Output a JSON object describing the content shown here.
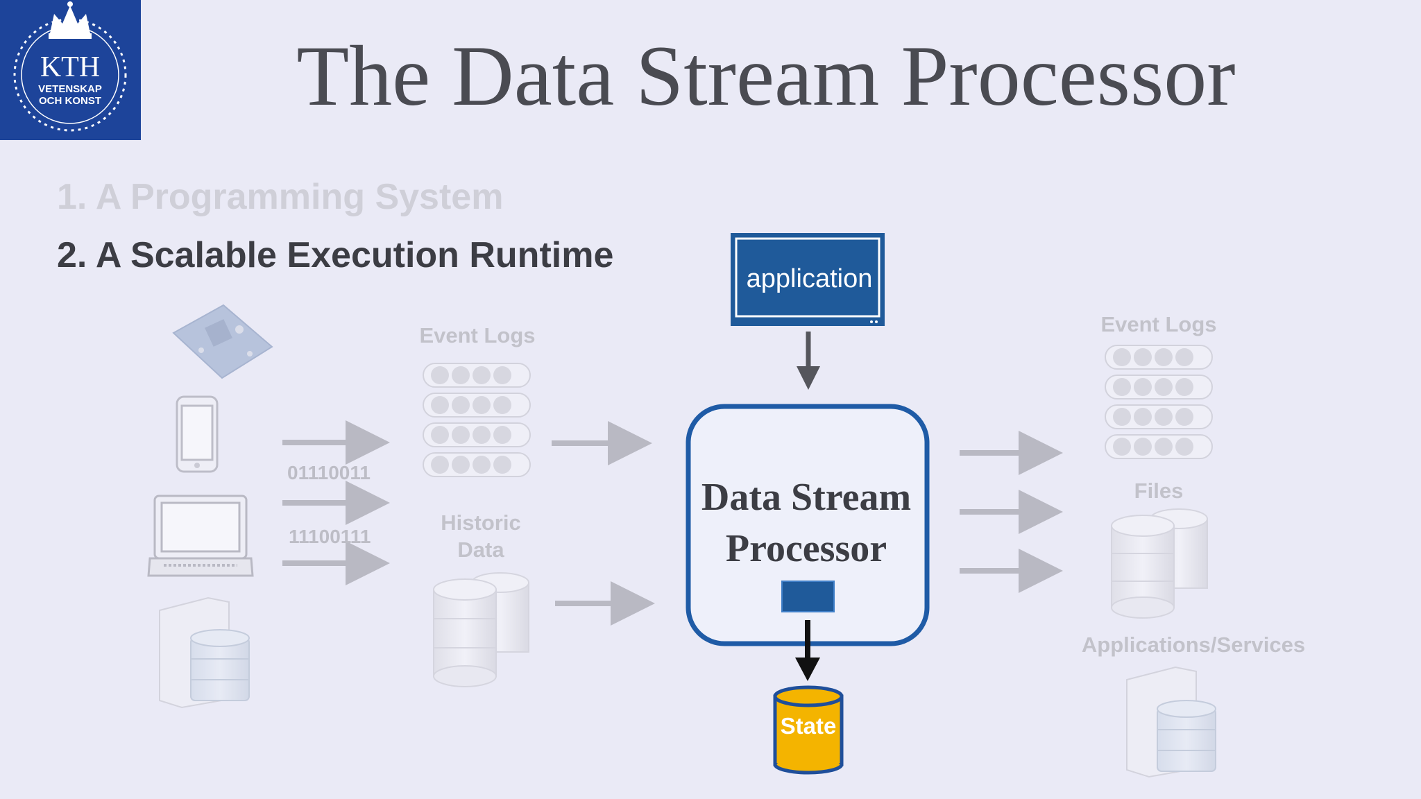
{
  "logo": {
    "name": "KTH",
    "line1": "VETENSKAP",
    "line2": "OCH KONST"
  },
  "title": "The Data Stream Processor",
  "points": [
    "1. A Programming System",
    "2. A Scalable Execution Runtime"
  ],
  "inputs": {
    "event_logs": "Event Logs",
    "historic_data_line1": "Historic",
    "historic_data_line2": "Data",
    "binary1": "01110011",
    "binary2": "11100111"
  },
  "center": {
    "application": "application",
    "processor_line1": "Data Stream",
    "processor_line2": "Processor",
    "state": "State"
  },
  "outputs": {
    "event_logs": "Event Logs",
    "files": "Files",
    "apps": "Applications/Services"
  },
  "colors": {
    "background": "#eaeaf6",
    "brand_blue": "#1d449a",
    "app_blue": "#1f5a9a",
    "processor_border": "#1f5ba6",
    "state_yellow": "#f4b400",
    "arrow_gray": "#b9b9c3"
  }
}
